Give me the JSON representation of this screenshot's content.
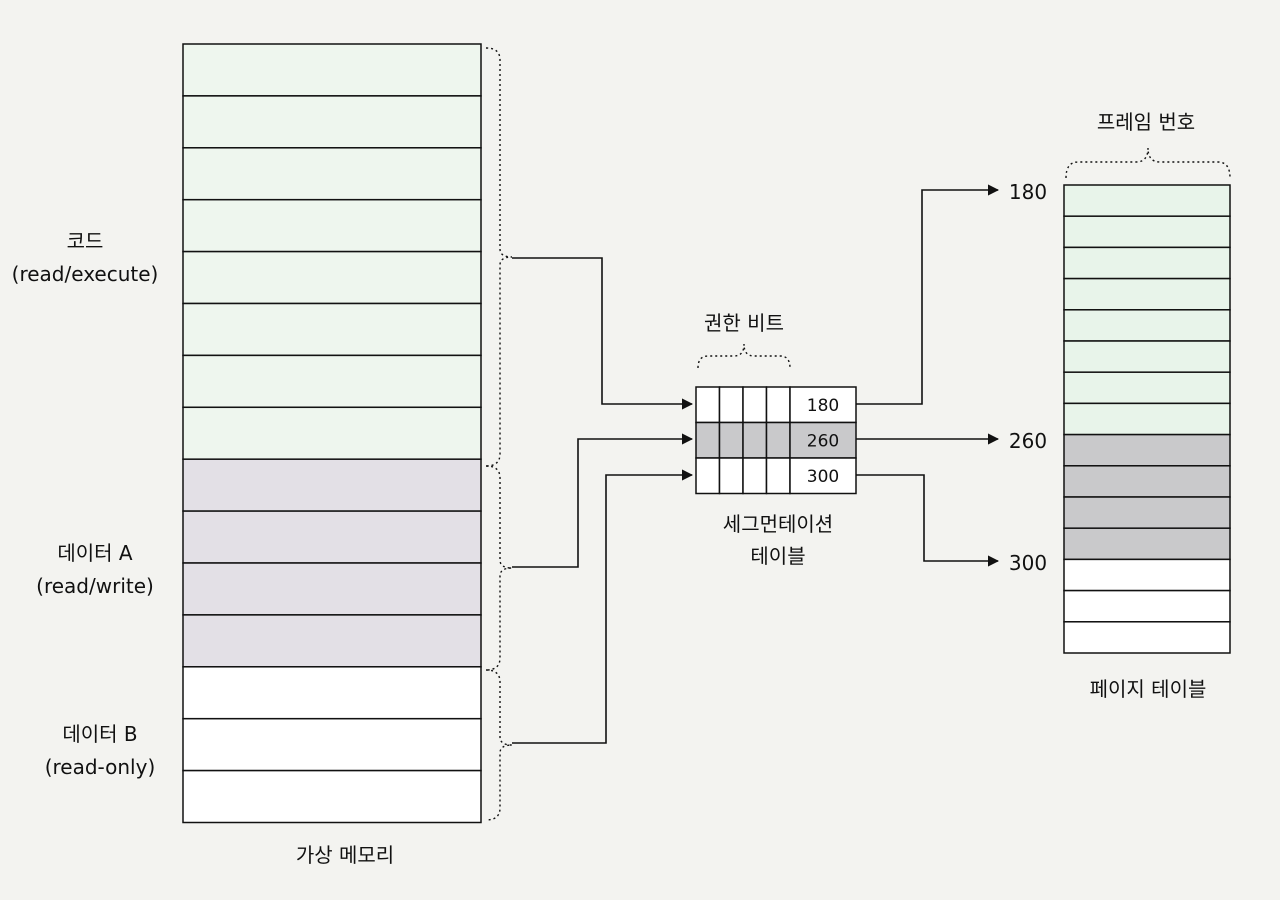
{
  "colors": {
    "background": "#f3f3f0",
    "code_fill": "#eef6ee",
    "data_a_fill": "#e3e0e6",
    "page_green": "#e8f4ea",
    "page_gray": "#c9c9cb",
    "plain": "#ffffff",
    "line": "#111111"
  },
  "virtual_memory": {
    "label": "가상 메모리",
    "segments": [
      {
        "name": "코드",
        "perm": "(read/execute)",
        "pages": 8,
        "fill": "code"
      },
      {
        "name": "데이터 A",
        "perm": "(read/write)",
        "pages": 4,
        "fill": "dataA"
      },
      {
        "name": "데이터 B",
        "perm": "(read-only)",
        "pages": 3,
        "fill": "plain"
      }
    ]
  },
  "segmentation_table": {
    "title_lines": [
      "세그먼테이션",
      "테이블"
    ],
    "permission_bits_label": "권한 비트",
    "permission_bit_count": 4,
    "rows": [
      {
        "base": "180",
        "fill": "plain"
      },
      {
        "base": "260",
        "fill": "gray"
      },
      {
        "base": "300",
        "fill": "plain"
      }
    ]
  },
  "page_table": {
    "label": "페이지 테이블",
    "frame_label": "프레임 번호",
    "rows_green": 8,
    "rows_gray": 4,
    "rows_plain": 3,
    "pointers": [
      "180",
      "260",
      "300"
    ]
  }
}
